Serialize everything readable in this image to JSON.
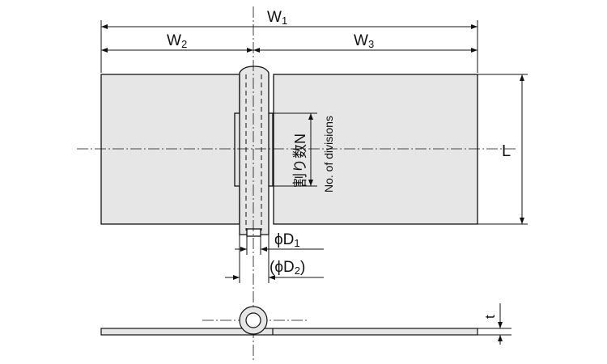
{
  "dimensions": {
    "w1": "W",
    "w1_sub": "1",
    "w2": "W",
    "w2_sub": "2",
    "w3": "W",
    "w3_sub": "3",
    "l": "L",
    "t": "t",
    "d1_prefix": "ϕD",
    "d1_sub": "1",
    "d2_prefix": "(ϕD",
    "d2_sub": "2",
    "d2_suffix": ")"
  },
  "divisions": {
    "label_jp": "割り数N",
    "label_en": "No. of divisions"
  },
  "colors": {
    "plate": "#e6e6e6",
    "line": "#111111"
  }
}
